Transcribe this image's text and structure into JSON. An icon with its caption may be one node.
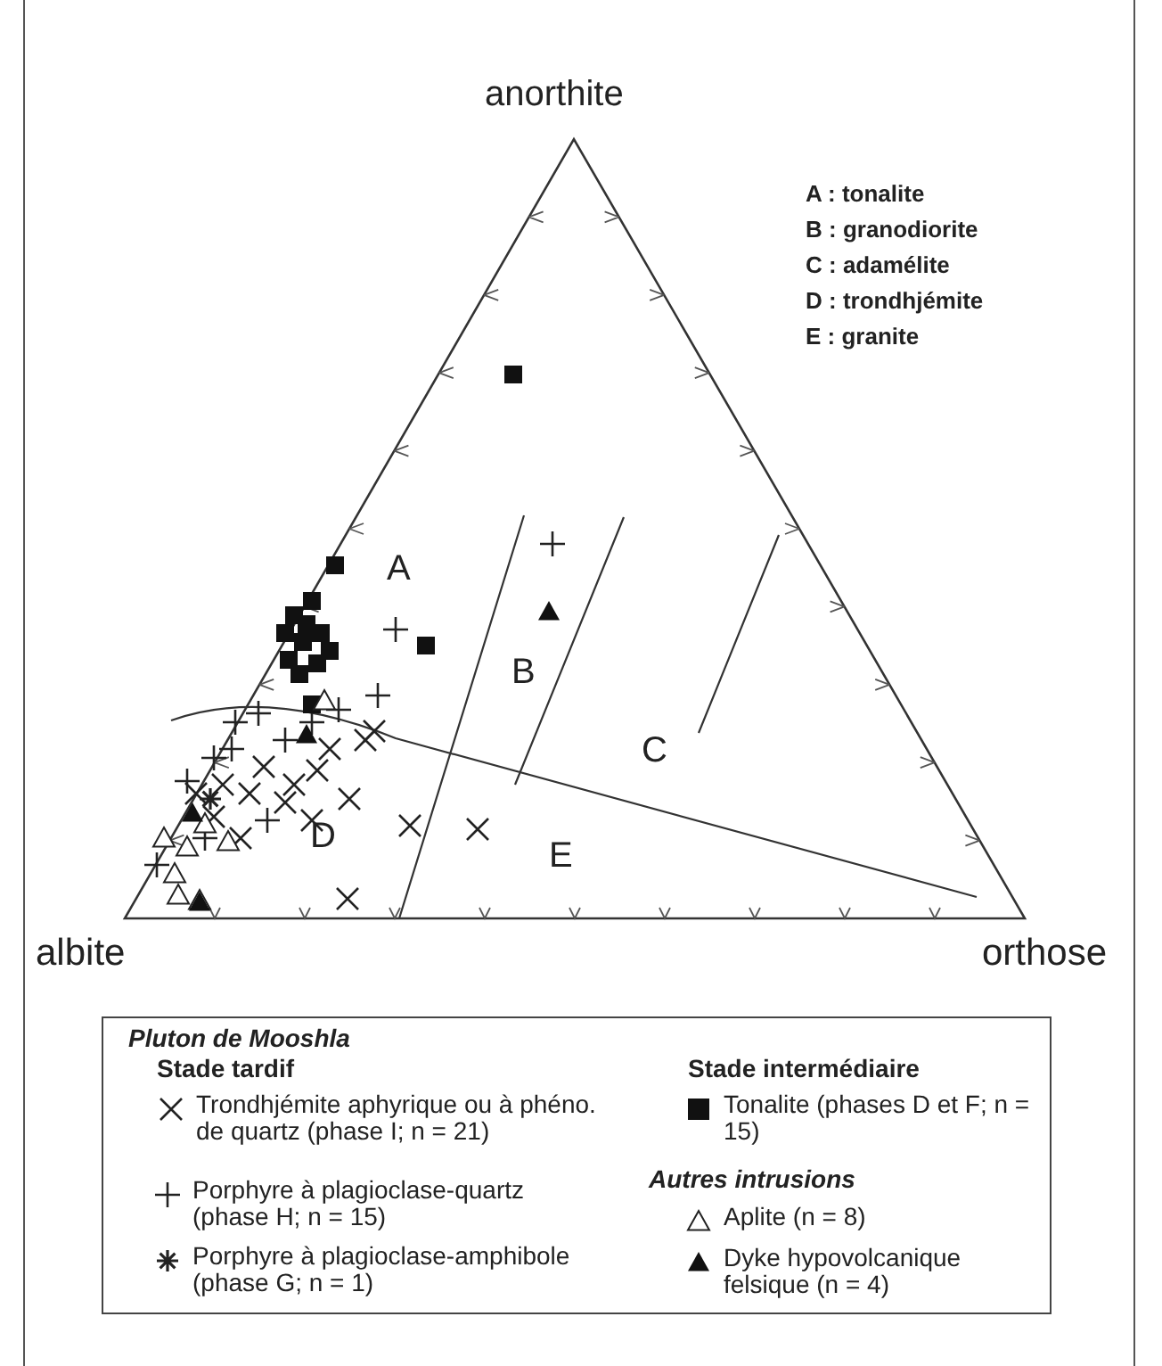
{
  "diagram": {
    "labels": [
      "anorthite",
      "A : tonalite",
      "B : granodiorite",
      "C : adamélite",
      "D : trondhjémite",
      "E : granite",
      "A",
      "B",
      "C",
      "D",
      "E",
      "albite",
      "orthose",
      "Pluton de Mooshla",
      "Stade tardif",
      "Stade intermédiaire",
      "Autres intrusions"
    ],
    "legend": [
      {
        "text": "Trondhjémite aphyrique ou à phéno. de quartz (phase I; n = 21)"
      },
      {
        "text": "Porphyre à plagioclase-quartz (phase H; n = 15)"
      },
      {
        "text": "Porphyre à plagioclase-amphibole (phase G; n = 1)"
      },
      {
        "text": "Tonalite (phases D et F; n = 15)"
      },
      {
        "text": "Aplite (n = 8)"
      },
      {
        "text": "Dyke hypovolcanique felsique (n = 4)"
      }
    ]
  }
}
